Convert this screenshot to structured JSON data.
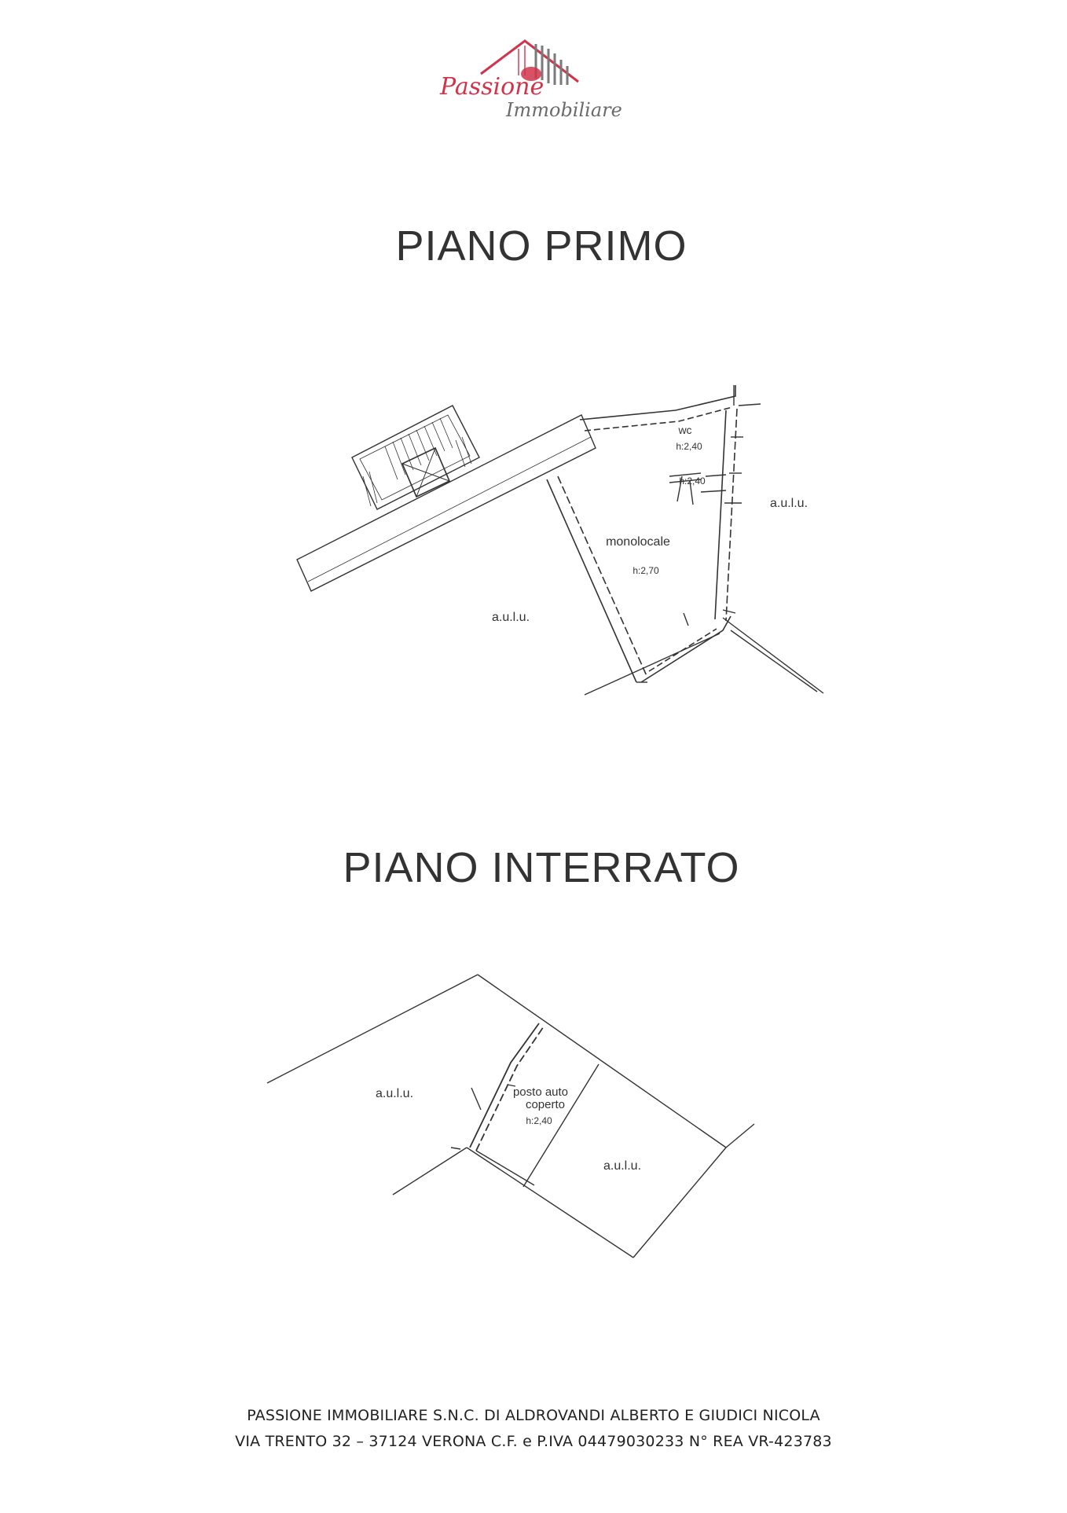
{
  "logo": {
    "text_main": "Passione",
    "text_sub": "Immobiliare",
    "colors": {
      "red": "#d2334a",
      "gray": "#6b6b6b"
    }
  },
  "floors": {
    "primo": {
      "title": "PIANO PRIMO",
      "labels": {
        "wc": "wc",
        "wc_height": "h:2,40",
        "hall_height": "h:2,40",
        "room": "monolocale",
        "room_height": "h:2,70",
        "aulu_left": "a.u.l.u.",
        "aulu_right": "a.u.l.u."
      }
    },
    "interrato": {
      "title": "PIANO INTERRATO",
      "labels": {
        "parking_1": "posto auto",
        "parking_2": "coperto",
        "parking_height": "h:2,40",
        "aulu_left": "a.u.l.u.",
        "aulu_right": "a.u.l.u."
      }
    }
  },
  "footer": {
    "line1": "PASSIONE IMMOBILIARE S.N.C. DI ALDROVANDI ALBERTO E GIUDICI NICOLA",
    "line2": "VIA TRENTO 32 – 37124 VERONA C.F. e P.IVA 04479030233 N° REA VR-423783"
  }
}
